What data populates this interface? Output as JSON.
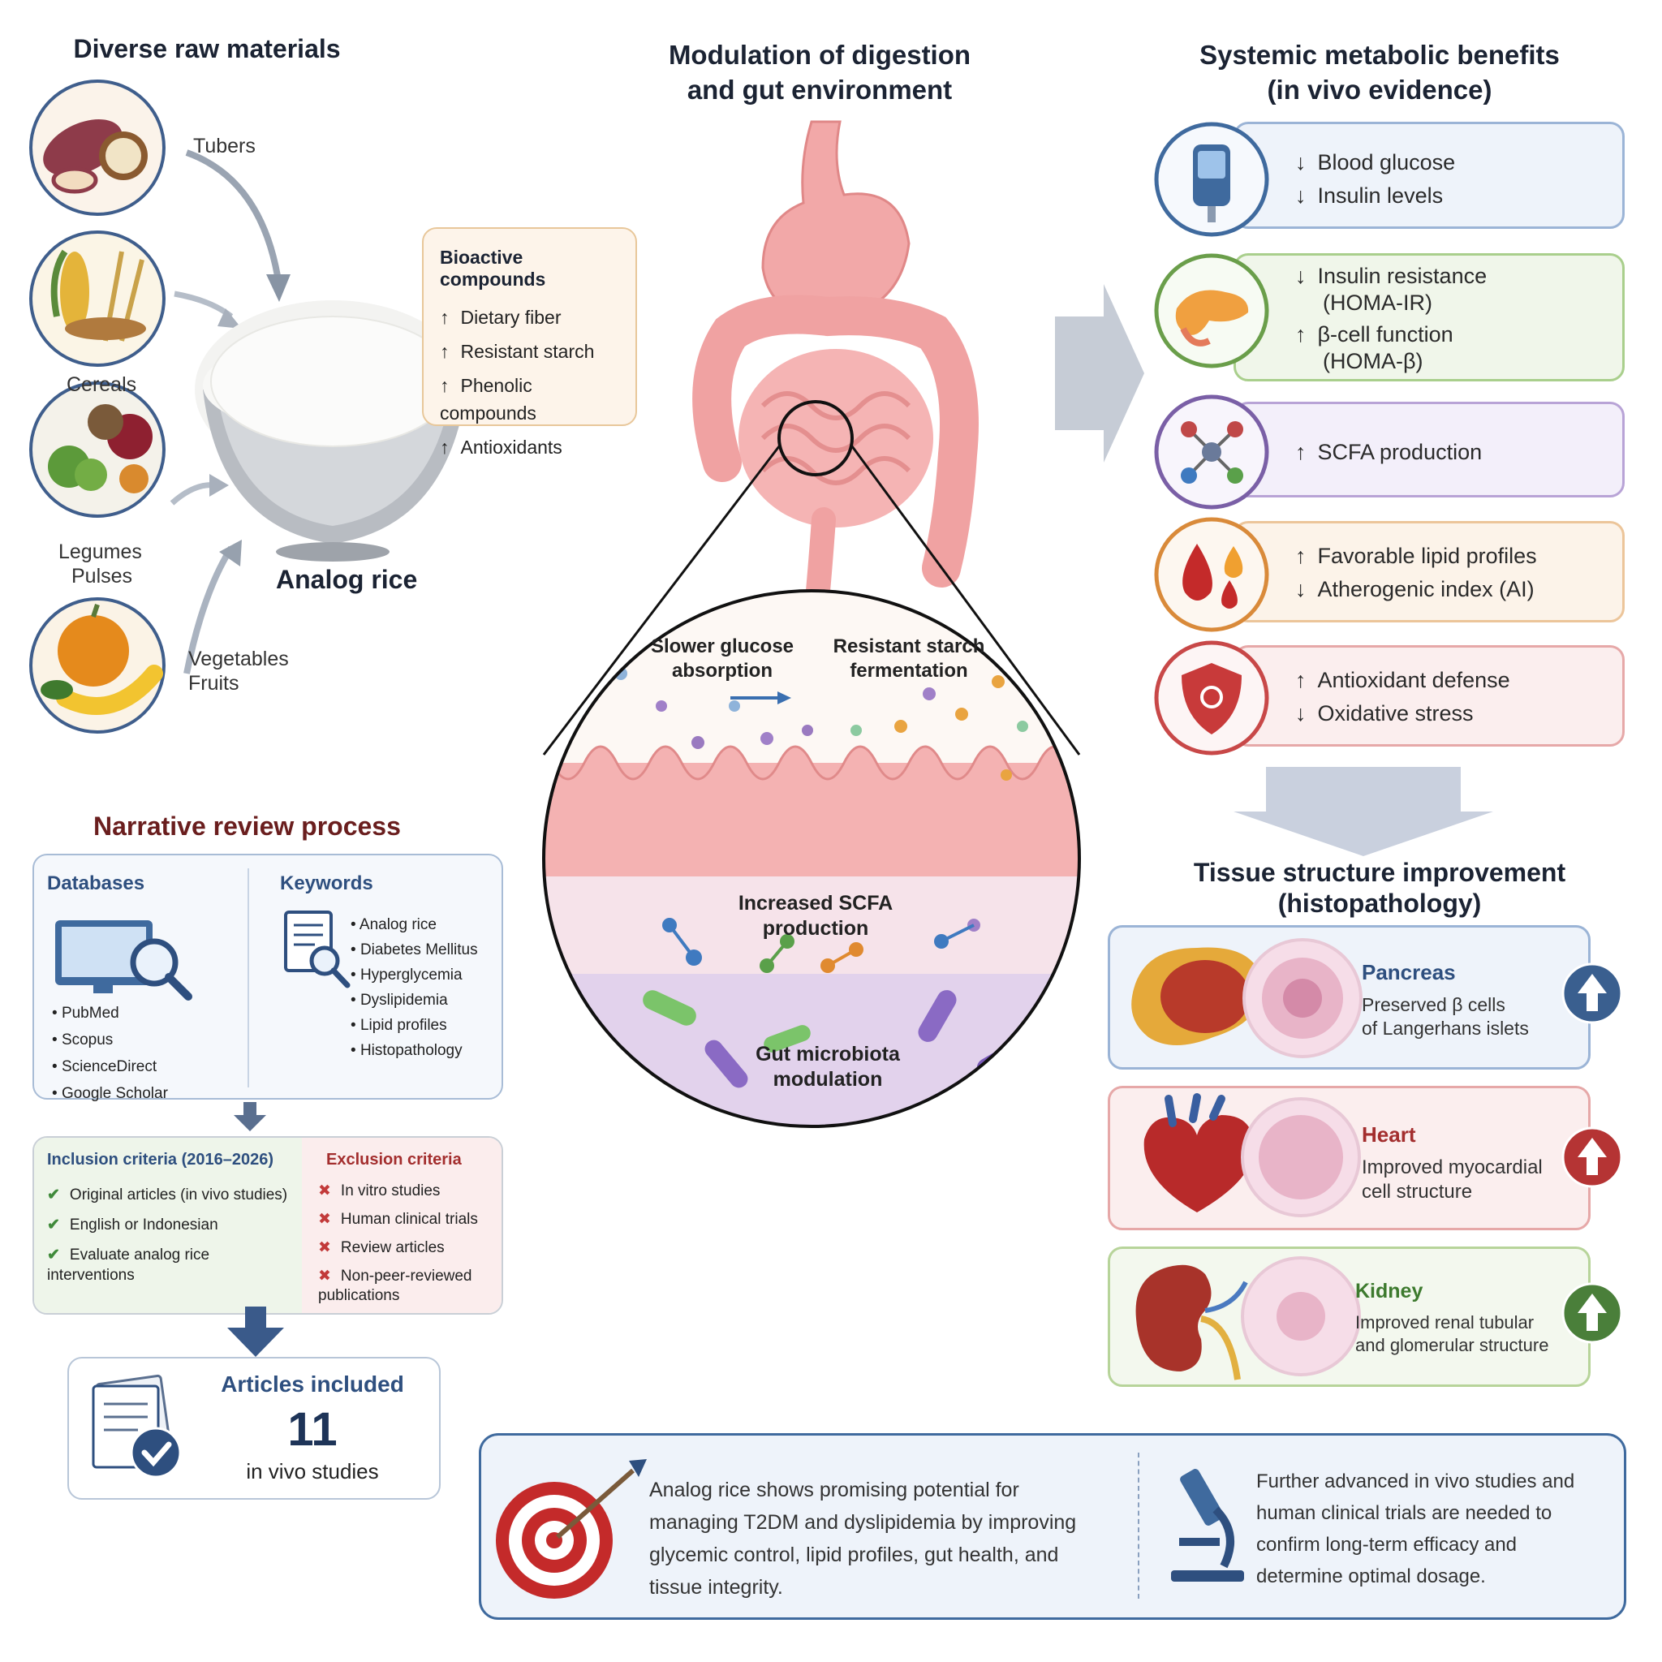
{
  "raw": {
    "title": "Diverse raw materials",
    "tubers": "Tubers",
    "cereals": "Cereals",
    "legumes": "Legumes",
    "pulses": "Pulses",
    "vegetables": "Vegetables",
    "fruits": "Fruits",
    "analog_rice": "Analog rice"
  },
  "bioactive": {
    "title": "Bioactive compounds",
    "items": [
      "Dietary fiber",
      "Resistant starch",
      "Phenolic compounds",
      "Antioxidants"
    ]
  },
  "digestion": {
    "title_line1": "Modulation of digestion",
    "title_line2": "and gut environment",
    "slower_line1": "Slower glucose",
    "slower_line2": "absorption",
    "resistant_line1": "Resistant starch",
    "resistant_line2": "fermentation",
    "scfa_line1": "Increased SCFA",
    "scfa_line2": "production",
    "microbiota_line1": "Gut microbiota",
    "microbiota_line2": "modulation"
  },
  "systemic": {
    "title_line1": "Systemic metabolic benefits",
    "title_line2": "(in vivo evidence)",
    "cards": [
      {
        "color": "#3f6a9e",
        "lines": [
          [
            "down",
            "Blood glucose"
          ],
          [
            "down",
            "Insulin levels"
          ]
        ]
      },
      {
        "color": "#6a9e4a",
        "lines": [
          [
            "down",
            "Insulin resistance"
          ],
          [
            "none",
            "(HOMA-IR)"
          ],
          [
            "up",
            "β-cell function"
          ],
          [
            "none",
            "(HOMA-β)"
          ]
        ]
      },
      {
        "color": "#7a5fa6",
        "lines": [
          [
            "up",
            "SCFA production"
          ]
        ]
      },
      {
        "color": "#d98a3a",
        "lines": [
          [
            "up",
            "Favorable lipid profiles"
          ],
          [
            "down",
            "Atherogenic index (AI)"
          ]
        ]
      },
      {
        "color": "#c84848",
        "lines": [
          [
            "up",
            "Antioxidant defense"
          ],
          [
            "down",
            "Oxidative stress"
          ]
        ]
      }
    ]
  },
  "tissue": {
    "title_line1": "Tissue structure improvement",
    "title_line2": "(histopathology)",
    "pancreas": {
      "name": "Pancreas",
      "line1": "Preserved β cells",
      "line2": "of Langerhans islets",
      "color": "#3a5f8f"
    },
    "heart": {
      "name": "Heart",
      "line1": "Improved myocardial",
      "line2": "cell structure",
      "color": "#b53434"
    },
    "kidney": {
      "name": "Kidney",
      "line1": "Improved renal tubular",
      "line2": "and glomerular structure",
      "color": "#4a7f3a"
    }
  },
  "review": {
    "title": "Narrative review process",
    "databases_title": "Databases",
    "databases": [
      "PubMed",
      "Scopus",
      "ScienceDirect",
      "Google Scholar"
    ],
    "keywords_title": "Keywords",
    "keywords": [
      "Analog rice",
      "Diabetes Mellitus",
      "Hyperglycemia",
      "Dyslipidemia",
      "Lipid profiles",
      "Histopathology"
    ],
    "inclusion_title": "Inclusion criteria (2016–2026)",
    "inclusion": [
      "Original articles (in vivo studies)",
      "English or Indonesian",
      "Evaluate analog rice interventions"
    ],
    "exclusion_title": "Exclusion criteria",
    "exclusion": [
      "In vitro studies",
      "Human clinical trials",
      "Review articles",
      "Non-peer-reviewed publications"
    ],
    "articles_title": "Articles included",
    "articles_count": "11",
    "articles_sub": "in vivo studies"
  },
  "conclusion": {
    "left": "Analog rice shows promising potential for managing T2DM and dyslipidemia by improving glycemic control, lipid profiles, gut health, and tissue integrity.",
    "right": "Further advanced in vivo studies and human clinical trials are needed to confirm long-term efficacy and determine optimal dosage."
  }
}
